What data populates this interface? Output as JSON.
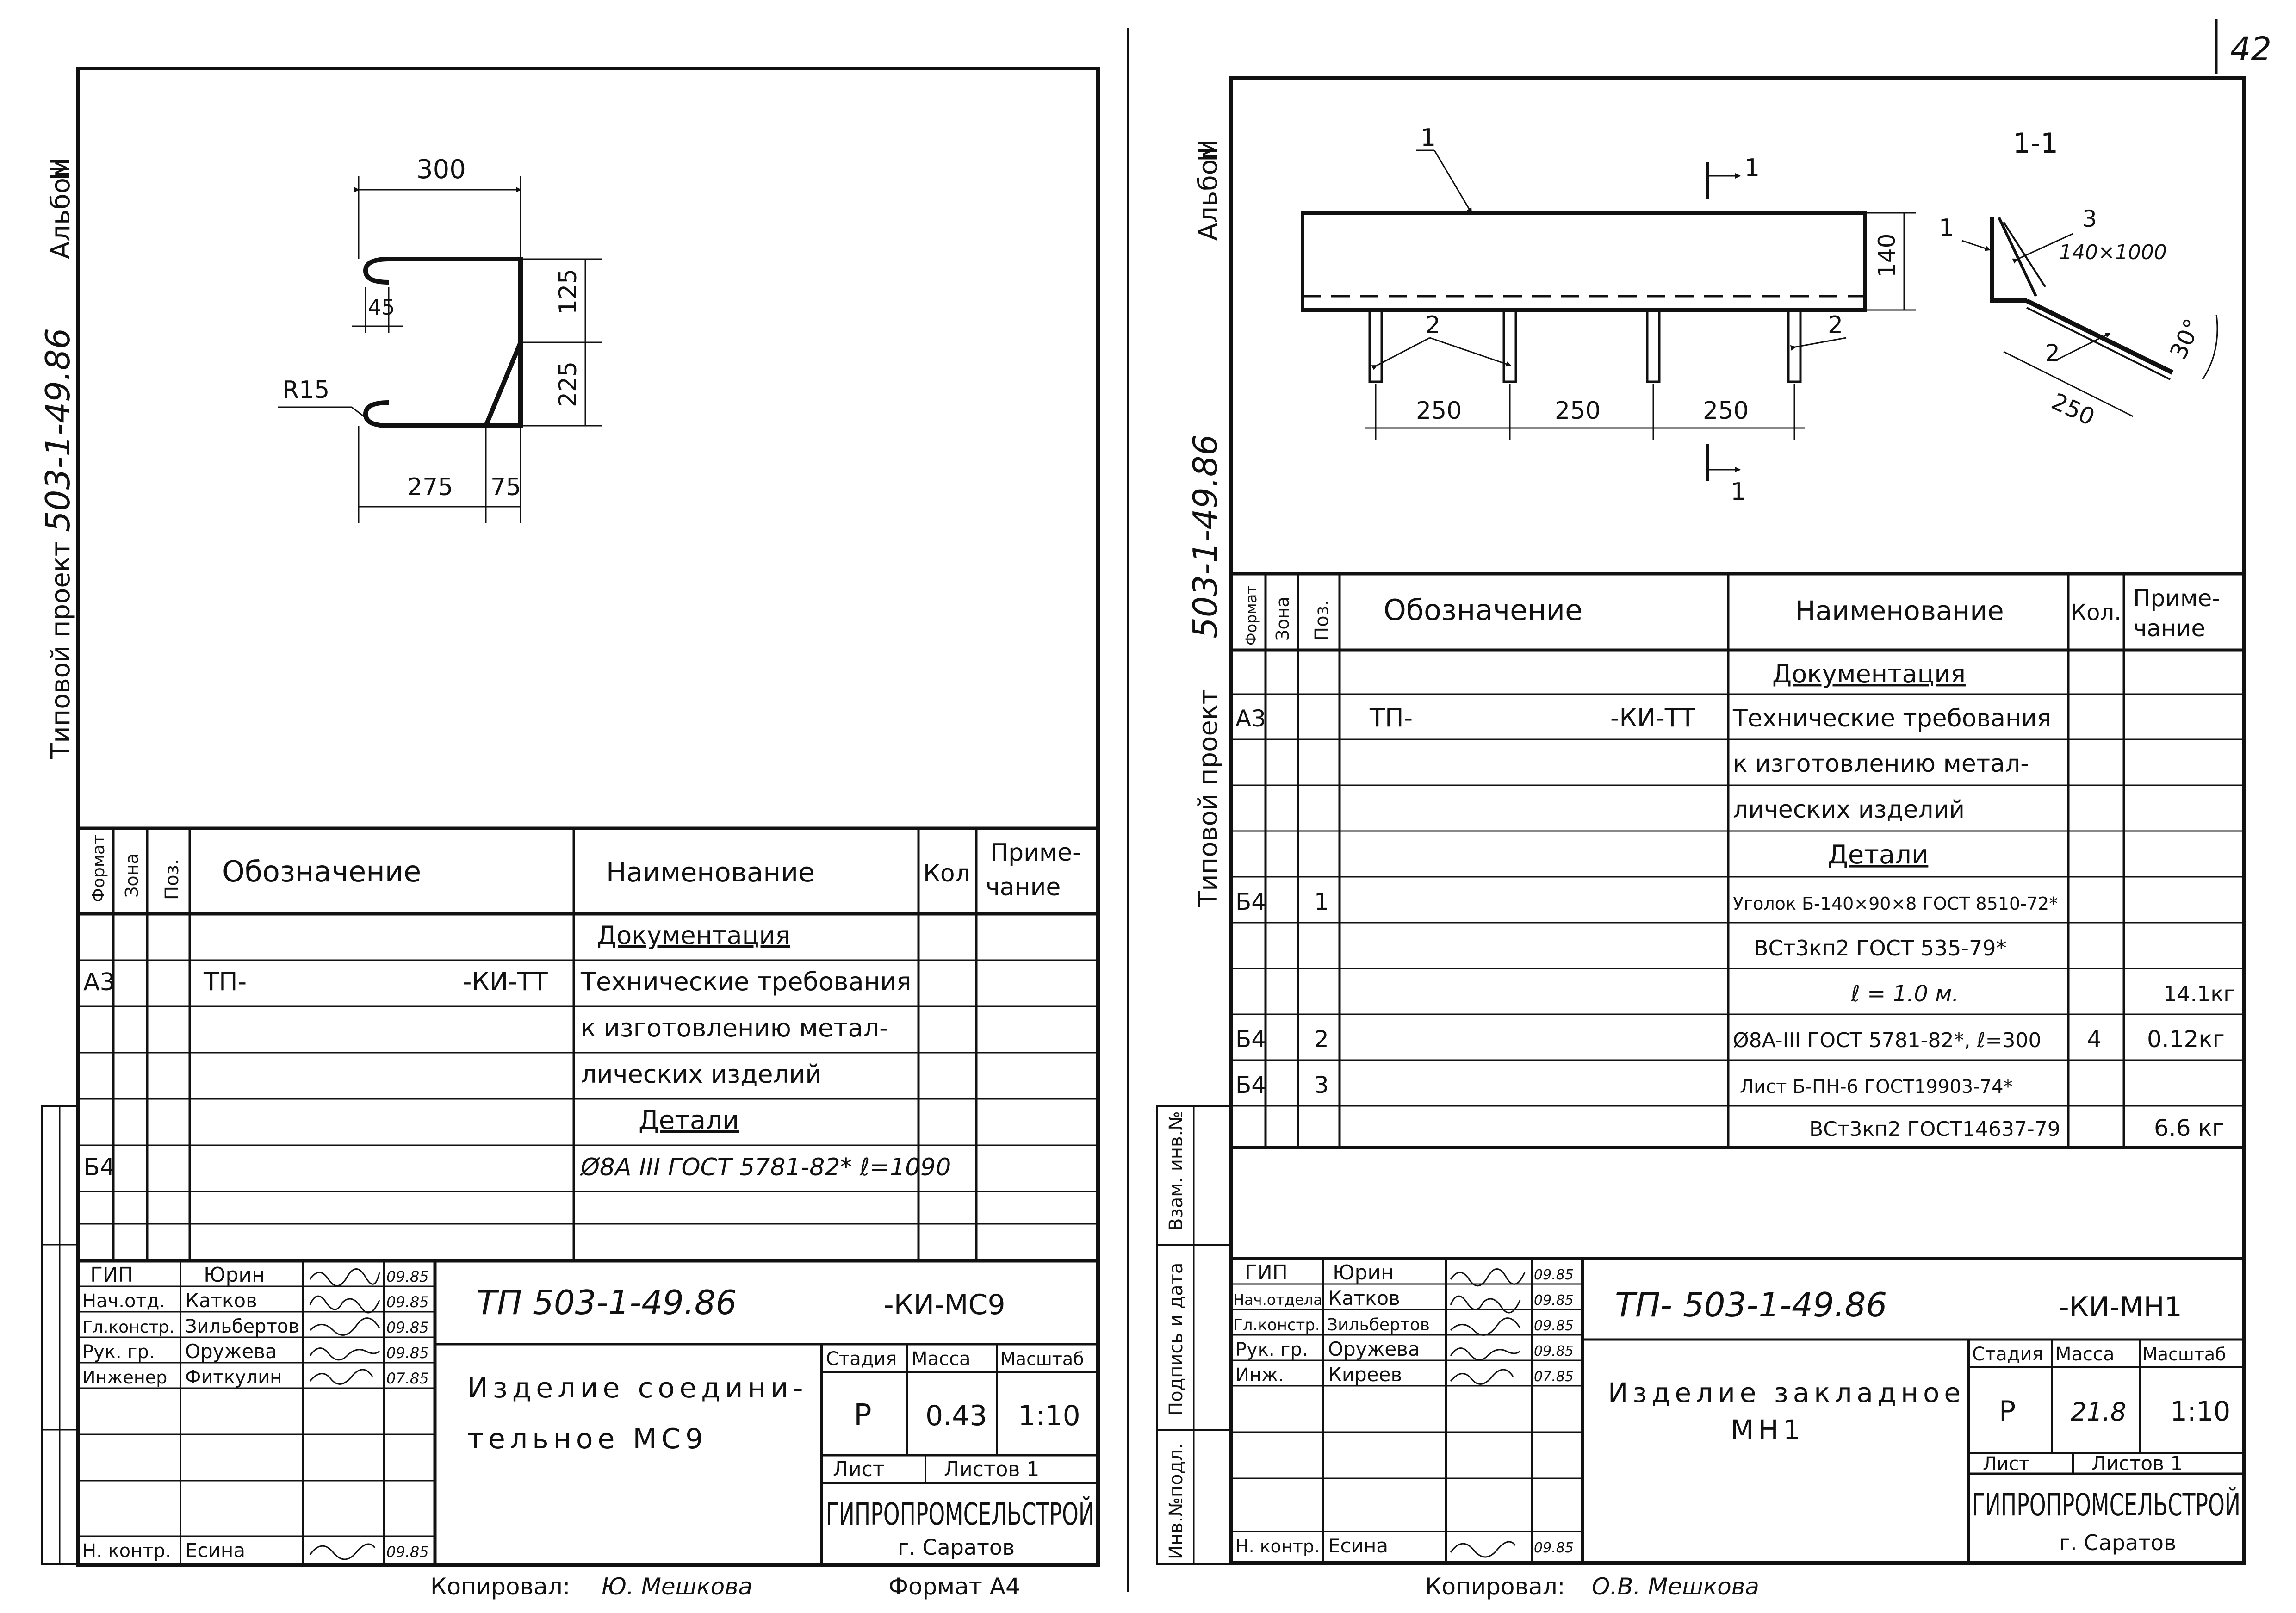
{
  "page_number": "42",
  "copied_by": "Копировал:",
  "format_label": "Формат А4",
  "left_sheet": {
    "side_label_1": "Альбом",
    "side_label_2": "III",
    "side_label_3": "Типовой проект",
    "side_label_4": "503-1-49.86",
    "drawing": {
      "dim_300": "300",
      "dim_125": "125",
      "dim_45": "45",
      "dim_225": "225",
      "dim_r15": "R15",
      "dim_275": "275",
      "dim_75": "75"
    },
    "table": {
      "headers": {
        "format": "Формат",
        "zone": "Зона",
        "pos": "Поз.",
        "designation": "Обозначение",
        "name": "Наименование",
        "qty": "Кол",
        "note_1": "Приме-",
        "note_2": "чание"
      },
      "rows": [
        {
          "format": "",
          "pos": "",
          "designation": "",
          "name": "Документация",
          "qty": "",
          "note": ""
        },
        {
          "format": "А3",
          "pos": "",
          "designation": "ТП-",
          "designation_suffix": "-КИ-ТТ",
          "name": "Технические требования",
          "qty": "",
          "note": ""
        },
        {
          "format": "",
          "pos": "",
          "designation": "",
          "name": "к изготовлению метал-",
          "qty": "",
          "note": ""
        },
        {
          "format": "",
          "pos": "",
          "designation": "",
          "name": "лических изделий",
          "qty": "",
          "note": ""
        },
        {
          "format": "",
          "pos": "",
          "designation": "",
          "name": "Детали",
          "qty": "",
          "note": ""
        },
        {
          "format": "Б4",
          "pos": "",
          "designation": "",
          "name": "Ø8A III ГОСТ 5781-82* ℓ=1090",
          "qty": "",
          "note": ""
        }
      ]
    },
    "title_block": {
      "roles": [
        "ГИП",
        "Нач.отд.",
        "Гл.констр.",
        "Рук. гр.",
        "Инженер",
        "Н. контр."
      ],
      "names": [
        "Юрин",
        "Катков",
        "Зильбертов",
        "Оружева",
        "Фиткулин",
        "Есина"
      ],
      "dates": [
        "09.85",
        "09.85",
        "09.85",
        "09.85",
        "07.85",
        "09.85"
      ],
      "doc_code": "ТП 503-1-49.86",
      "doc_suffix": "-КИ-МС9",
      "title_line_1": "Изделие соедини-",
      "title_line_2": "тельное МС9",
      "stage_label": "Стадия",
      "mass_label": "Масса",
      "scale_label": "Масштаб",
      "stage": "Р",
      "mass": "0.43",
      "scale": "1:10",
      "sheet_label": "Лист",
      "sheets_label": "Листов 1",
      "org": "ГИПРОПРОМСЕЛЬСТРОЙ",
      "city": "г. Саратов",
      "copied_name": "Ю. Мешкова"
    }
  },
  "right_sheet": {
    "side_label_1": "Альбом",
    "side_label_2": "III",
    "side_label_3": "Типовой проект",
    "side_label_4": "503-1-49.86",
    "stamp_col_1": "Инв.№подл.",
    "stamp_col_2": "Подпись и дата",
    "stamp_col_3": "Взам. инв.№",
    "drawing": {
      "callout_1": "1",
      "callout_2a": "2",
      "callout_2b": "2",
      "dim_140": "140",
      "dim_250a": "250",
      "dim_250b": "250",
      "dim_250c": "250",
      "section_mark_1": "1",
      "section_mark_2": "1",
      "section_title": "1-1",
      "sec_callout_1": "1",
      "sec_callout_3": "3",
      "sec_plate": "140×1000",
      "sec_callout_2": "2",
      "sec_dim_250": "250",
      "sec_angle": "30°"
    },
    "table": {
      "headers": {
        "format": "Формат",
        "zone": "Зона",
        "pos": "Поз.",
        "designation": "Обозначение",
        "name": "Наименование",
        "qty": "Кол.",
        "note_1": "Приме-",
        "note_2": "чание"
      },
      "rows": [
        {
          "format": "",
          "pos": "",
          "designation": "",
          "name": "Документация",
          "qty": "",
          "note": ""
        },
        {
          "format": "А3",
          "pos": "",
          "designation": "ТП-",
          "designation_suffix": "-КИ-ТТ",
          "name": "Технические требования",
          "qty": "",
          "note": ""
        },
        {
          "format": "",
          "pos": "",
          "designation": "",
          "name": "к изготовлению метал-",
          "qty": "",
          "note": ""
        },
        {
          "format": "",
          "pos": "",
          "designation": "",
          "name": "лических изделий",
          "qty": "",
          "note": ""
        },
        {
          "format": "",
          "pos": "",
          "designation": "",
          "name": "Детали",
          "qty": "",
          "note": ""
        },
        {
          "format": "Б4",
          "pos": "1",
          "designation": "",
          "name": "Уголок Б-140×90×8 ГОСТ 8510-72*",
          "qty": "",
          "note": ""
        },
        {
          "format": "",
          "pos": "",
          "designation": "",
          "name": "ВСт3кп2 ГОСТ 535-79*",
          "qty": "",
          "note": ""
        },
        {
          "format": "",
          "pos": "",
          "designation": "",
          "name": "ℓ = 1.0  м.",
          "qty": "",
          "note": "14.1кг"
        },
        {
          "format": "Б4",
          "pos": "2",
          "designation": "",
          "name": "Ø8A-III ГОСТ 5781-82*, ℓ=300",
          "qty": "4",
          "note": "0.12кг"
        },
        {
          "format": "Б4",
          "pos": "3",
          "designation": "",
          "name": "Лист Б-ПН-6 ГОСТ19903-74*",
          "qty": "",
          "note": ""
        },
        {
          "format": "",
          "pos": "",
          "designation": "",
          "name": "ВСт3кп2 ГОСТ14637-79",
          "qty": "",
          "note": "6.6 кг"
        }
      ]
    },
    "title_block": {
      "roles": [
        "ГИП",
        "Нач.отдела",
        "Гл.констр.",
        "Рук. гр.",
        "Инж.",
        "Н. контр."
      ],
      "names": [
        "Юрин",
        "Катков",
        "Зильбертов",
        "Оружева",
        "Киреев",
        "Есина"
      ],
      "dates": [
        "09.85",
        "09.85",
        "09.85",
        "09.85",
        "07.85",
        "09.85"
      ],
      "doc_code": "ТП- 503-1-49.86",
      "doc_suffix": "-КИ-МН1",
      "title_line_1": "Изделие закладное",
      "title_line_2": "МН1",
      "stage_label": "Стадия",
      "mass_label": "Масса",
      "scale_label": "Масштаб",
      "stage": "Р",
      "mass": "21.8",
      "scale": "1:10",
      "sheet_label": "Лист",
      "sheets_label": "Листов 1",
      "org": "ГИПРОПРОМСЕЛЬСТРОЙ",
      "city": "г. Саратов",
      "copied_name": "О.В. Мешкова"
    }
  }
}
